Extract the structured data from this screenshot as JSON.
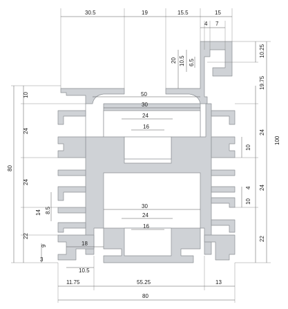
{
  "top_dims": {
    "d1": "30.5",
    "d2": "19",
    "d3": "15.5",
    "d4": "15",
    "d5": "4",
    "d6": "7"
  },
  "upper_dims": {
    "d20": "20",
    "d10_5": "10.5",
    "d6_5": "6.5",
    "d10_25": "10.25",
    "d19_75": "19.75"
  },
  "left_dims": {
    "d10": "10",
    "d24a": "24",
    "d80": "80",
    "d24b": "24",
    "d14": "14",
    "d8_5": "8.5",
    "d22": "22",
    "d9": "9",
    "d3": "3"
  },
  "right_dims": {
    "d100": "100",
    "d24a": "24",
    "d10a": "10",
    "d4": "4",
    "d24b": "24",
    "d10b": "10",
    "d22": "22"
  },
  "inner_dims": {
    "d50": "50",
    "d30a": "30",
    "d24a": "24",
    "d16a": "16",
    "d30b": "30",
    "d24b": "24",
    "d16b": "16",
    "d18": "18",
    "d10_5": "10.5"
  },
  "bottom_dims": {
    "d11_75": "11.75",
    "d55_25": "55.25",
    "d13": "13",
    "d80": "80"
  }
}
